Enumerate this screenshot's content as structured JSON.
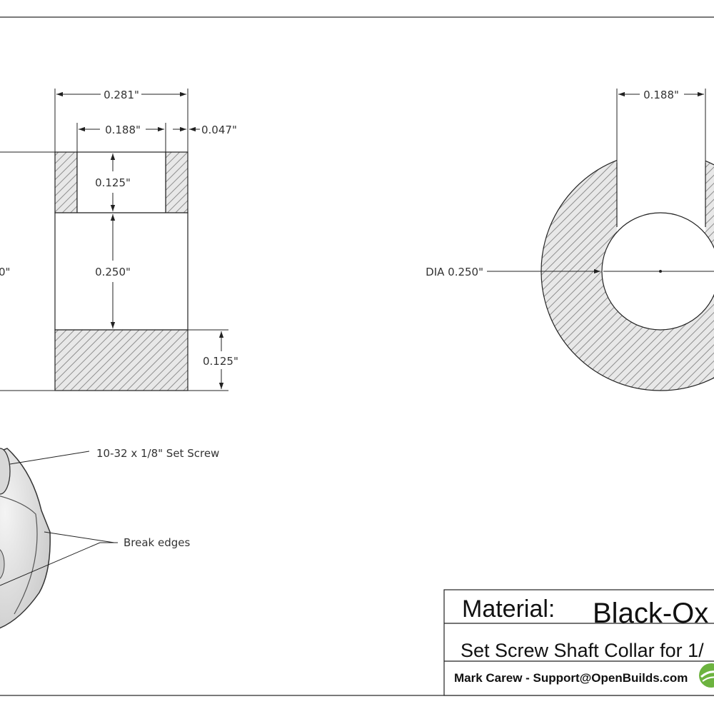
{
  "dimensions": {
    "overall_width": "0.281\"",
    "bore_width_side": "0.188\"",
    "wall": "0.047\"",
    "screw_depth": "0.125\"",
    "bore_height": "0.250\"",
    "bottom_wall": "0.125\"",
    "overall_height_partial": "0\"",
    "slot_width_end": "0.188\"",
    "bore_dia": "DIA 0.250\""
  },
  "notes": {
    "set_screw": "10-32 x 1/8\" Set Screw",
    "break_edges": "Break edges"
  },
  "title_block": {
    "material_label": "Material:",
    "material_value": "Black-Ox",
    "title": "Set Screw Shaft Collar for 1/",
    "author": "Mark Carew - Support@OpenBuilds.com"
  },
  "colors": {
    "line": "#222222",
    "hatch": "#9a9a9a",
    "part_fill": "#e6e6e6",
    "logo": "#6cb33f"
  }
}
